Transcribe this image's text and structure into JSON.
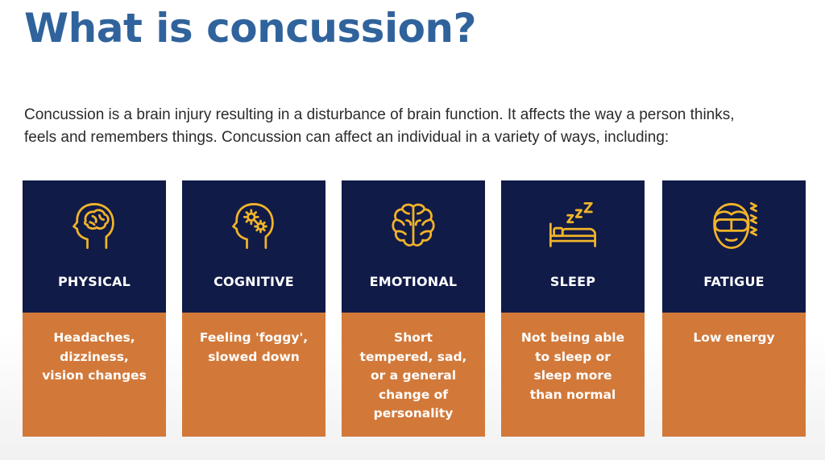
{
  "slide": {
    "title": "What is concussion?",
    "intro_lines": [
      "Concussion is a brain injury resulting in a disturbance of brain function. It affects the way a person thinks,",
      "feels and remembers things. Concussion can affect an individual in a variety of ways, including:"
    ]
  },
  "colors": {
    "title": "#30639c",
    "card_top": "#111b48",
    "card_bottom": "#d2793a",
    "icon_stroke": "#f0b429"
  },
  "cards": [
    {
      "icon": "head-brain-icon",
      "title": "PHYSICAL",
      "lines": [
        "Headaches,",
        "dizziness,",
        "vision changes"
      ]
    },
    {
      "icon": "head-gears-icon",
      "title": "COGNITIVE",
      "lines": [
        "Feeling 'foggy',",
        "slowed down"
      ]
    },
    {
      "icon": "brain-icon",
      "title": "EMOTIONAL",
      "lines": [
        "Short",
        "tempered, sad,",
        "or a general",
        "change of",
        "personality"
      ]
    },
    {
      "icon": "bed-zzz-icon",
      "title": "SLEEP",
      "lines": [
        "Not being able",
        "to sleep or",
        "sleep more",
        "than normal"
      ]
    },
    {
      "icon": "sleep-mask-face-icon",
      "title": "FATIGUE",
      "lines": [
        "Low energy"
      ]
    }
  ]
}
